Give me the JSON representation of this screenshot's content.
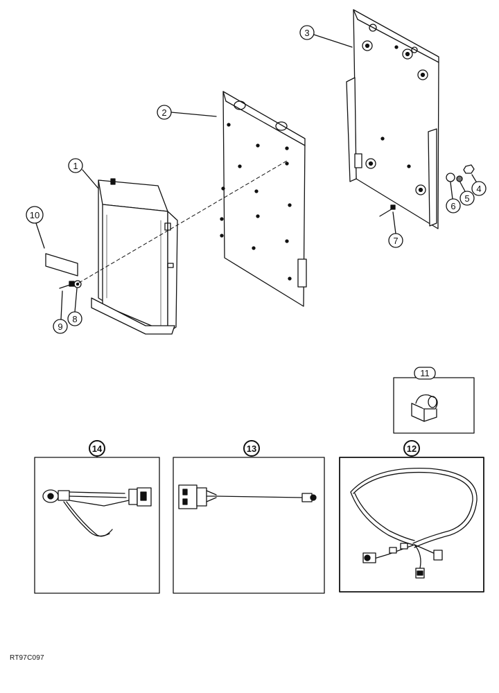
{
  "figure": {
    "reference_code": "RT97C097",
    "callouts": {
      "c1": "1",
      "c2": "2",
      "c3": "3",
      "c4": "4",
      "c5": "5",
      "c6": "6",
      "c7": "7",
      "c8": "8",
      "c9": "9",
      "c10": "10",
      "c11": "11",
      "c12": "12",
      "c13": "13",
      "c14": "14"
    }
  }
}
